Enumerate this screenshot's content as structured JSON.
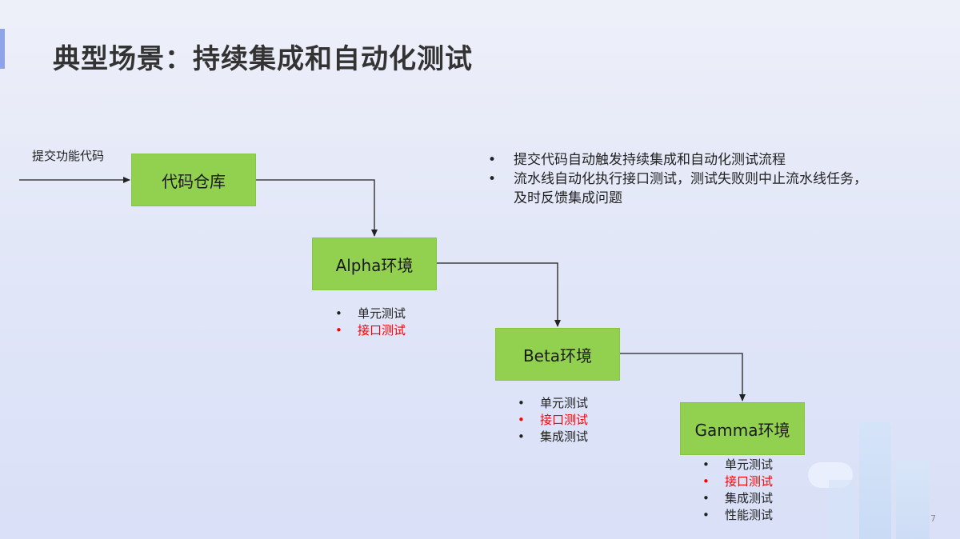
{
  "slide": {
    "title": "典型场景：持续集成和自动化测试",
    "page_number": "7"
  },
  "diagram": {
    "entry_label": "提交功能代码",
    "nodes": [
      {
        "id": "repo",
        "label": "代码仓库"
      },
      {
        "id": "alpha",
        "label": "Alpha环境"
      },
      {
        "id": "beta",
        "label": "Beta环境"
      },
      {
        "id": "gamma",
        "label": "Gamma环境"
      }
    ],
    "edges": [
      {
        "from": "entry",
        "to": "repo"
      },
      {
        "from": "repo",
        "to": "alpha"
      },
      {
        "from": "alpha",
        "to": "beta"
      },
      {
        "from": "beta",
        "to": "gamma"
      }
    ],
    "tests": {
      "alpha": [
        {
          "text": "单元测试",
          "highlight": false
        },
        {
          "text": "接口测试",
          "highlight": true
        }
      ],
      "beta": [
        {
          "text": "单元测试",
          "highlight": false
        },
        {
          "text": "接口测试",
          "highlight": true
        },
        {
          "text": "集成测试",
          "highlight": false
        }
      ],
      "gamma": [
        {
          "text": "单元测试",
          "highlight": false
        },
        {
          "text": "接口测试",
          "highlight": true
        },
        {
          "text": "集成测试",
          "highlight": false
        },
        {
          "text": "性能测试",
          "highlight": false
        }
      ]
    },
    "colors": {
      "node_fill": "#92d050",
      "highlight_text": "#ff0000",
      "connector": "#222222"
    }
  },
  "notes": [
    "提交代码自动触发持续集成和自动化测试流程",
    "流水线自动化执行接口测试，测试失败则中止流水线任务，及时反馈集成问题"
  ]
}
